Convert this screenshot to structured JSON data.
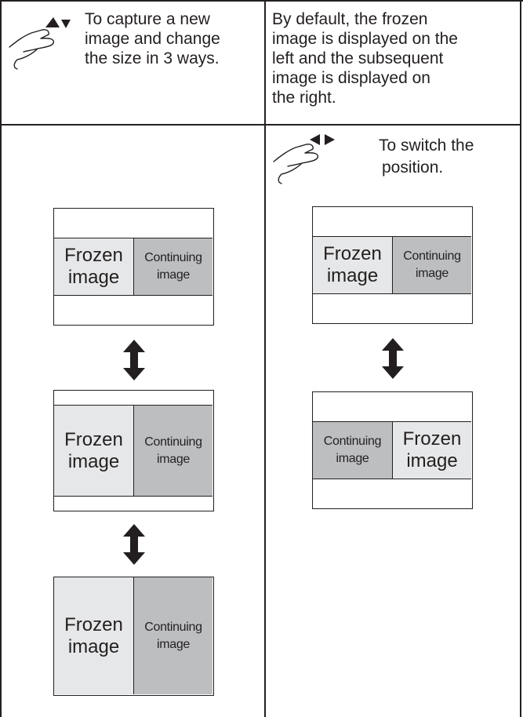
{
  "left_header": {
    "lines": [
      "To capture a new",
      "image and change",
      "the size in 3 ways."
    ],
    "button_icon": "up-down-arrow-buttons-icon"
  },
  "right_header": {
    "lines": [
      "By default, the frozen",
      "image is displayed on the",
      "left and the subsequent",
      "image is displayed on",
      "the right."
    ]
  },
  "right_instruction": {
    "lines": [
      "To switch the",
      "position."
    ],
    "button_icon": "left-right-arrow-buttons-icon"
  },
  "labels": {
    "frozen": [
      "Frozen",
      "image"
    ],
    "continuing": [
      "Continuing",
      "image"
    ]
  },
  "connector_icon": "double-headed-vertical-arrow-icon",
  "colors": {
    "frozen_fill": "#e6e7e8",
    "continuing_fill": "#bcbec0",
    "line": "#231f20"
  }
}
